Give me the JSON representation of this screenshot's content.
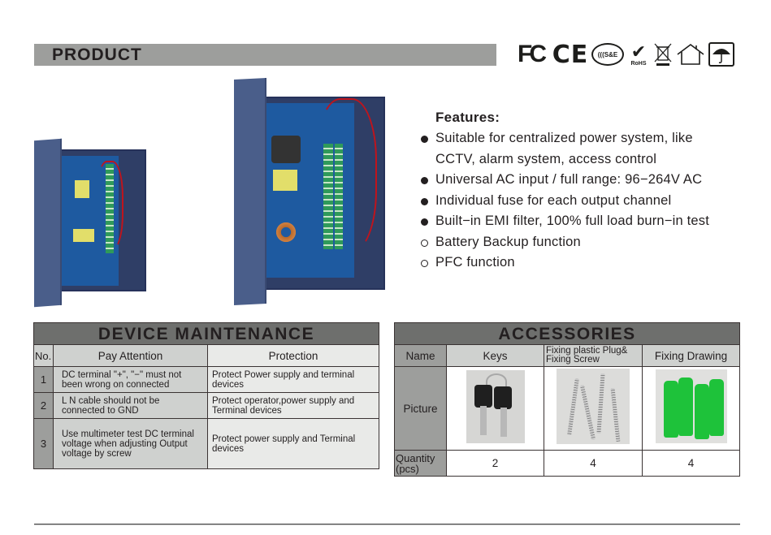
{
  "header": {
    "title": "PRODUCT",
    "certifications": [
      "FC",
      "CE",
      "CCC S&E",
      "RoHS",
      "WEEE",
      "Indoor use",
      "Keep dry"
    ]
  },
  "certs": {
    "fc": "FC",
    "ce": "CE",
    "ccc": "(((S&E",
    "rohs_label": "RoHS",
    "rohs_check": "✔"
  },
  "images": {
    "small_unit": "Small CCTV power supply box (door open)",
    "large_unit": "Large CCTV power supply box (door open)"
  },
  "features": {
    "heading": "Features:",
    "items": [
      {
        "text": "Suitable for centralized power system, like",
        "bullet": "filled"
      },
      {
        "text": "CCTV, alarm system, access control",
        "bullet": "none"
      },
      {
        "text": "Universal AC input / full range: 96−264V AC",
        "bullet": "filled"
      },
      {
        "text": "Individual fuse for each output channel",
        "bullet": "filled"
      },
      {
        "text": "Built−in EMI filter, 100% full load burn−in test",
        "bullet": "filled"
      },
      {
        "text": "Battery Backup function",
        "bullet": "hollow"
      },
      {
        "text": "PFC function",
        "bullet": "hollow"
      }
    ]
  },
  "maintenance": {
    "title": "DEVICE MAINTENANCE",
    "headers": {
      "no": "No.",
      "pay_attention": "Pay  Attention",
      "protection": "Protection"
    },
    "rows": [
      {
        "no": "1",
        "pay_attention": "DC terminal \"+\", \"−\"  must not been wrong on connected",
        "protection": "Protect Power supply and terminal devices"
      },
      {
        "no": "2",
        "pay_attention": "L N cable  should  not be connected to GND",
        "protection": "Protect operator,power supply and Terminal devices"
      },
      {
        "no": "3",
        "pay_attention": "Use multimeter test DC terminal voltage when adjusting Output voltage  by screw",
        "protection": "Protect power supply and Terminal devices"
      }
    ]
  },
  "accessories": {
    "title": "ACCESSORIES",
    "row_labels": {
      "name": "Name",
      "picture": "Picture",
      "quantity": "Quantity (pcs)"
    },
    "columns": [
      {
        "name": "Keys",
        "picture": "keys-photo",
        "quantity": "2"
      },
      {
        "name": "Fixing plastic Plug& Fixing Screw",
        "picture": "screws-photo",
        "quantity": "4"
      },
      {
        "name": "Fixing Drawing",
        "picture": "green-plugs-photo",
        "quantity": "4"
      }
    ]
  },
  "colors": {
    "header_bar": "#9d9e9c",
    "table_title": "#6e6f6d",
    "table_header": "#cfd1cf",
    "row_label": "#9d9e9c",
    "protection_cell": "#e9eae8",
    "text": "#231f20",
    "box_blue": "#2f3e66"
  }
}
